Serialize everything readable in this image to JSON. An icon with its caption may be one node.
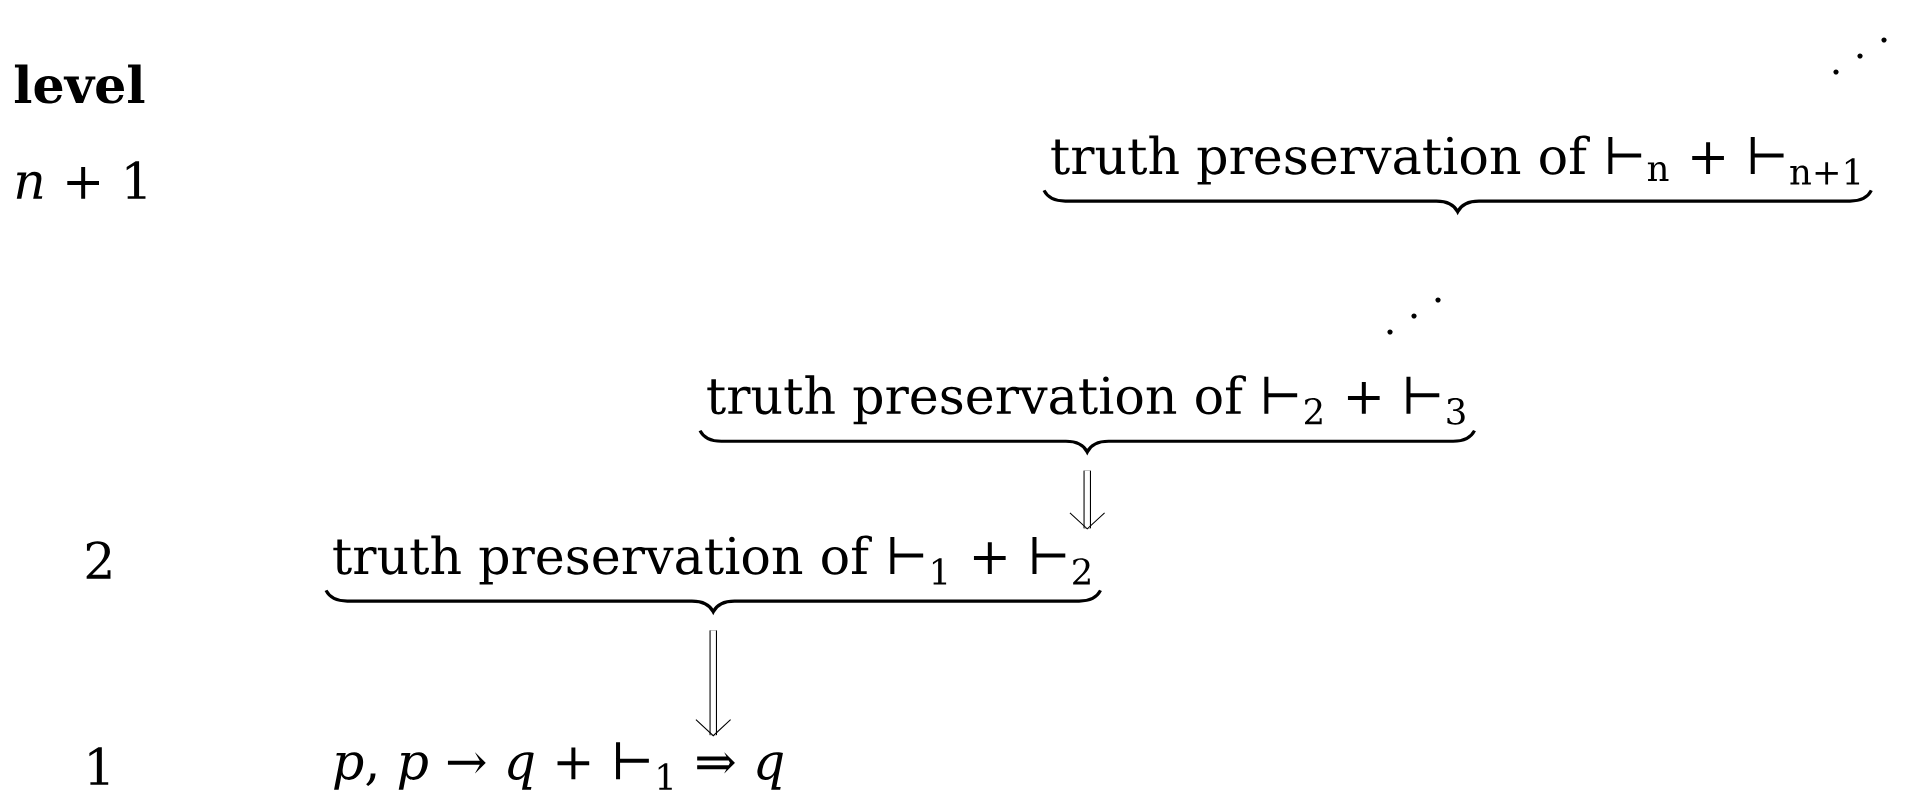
{
  "diagram": {
    "nodes": [
      {
        "text": [
          "truth preservation of ⊢$_{n}$ + ⊢$_{n+1}$"
        ]
      },
      {
        "text": [
          "truth preservation of ⊢$_{2}$ + ⊢$_{3}$"
        ]
      },
      {
        "text": [
          "truth preservation of ⊢$_{1}$ + ⊢$_{2}$"
        ]
      },
      {
        "text": [
          "*p*, *p* → *q* + ⊢$_{1}$ ⇒ *q*"
        ]
      }
    ],
    "edges": [
      {
        "from": 1,
        "to": 2,
        "arrow": "to"
      },
      {
        "from": 2,
        "to": 3,
        "arrow": "to"
      }
    ],
    "labels": [
      "**level**",
      "*n* + 1",
      "2",
      "1"
    ]
  }
}
